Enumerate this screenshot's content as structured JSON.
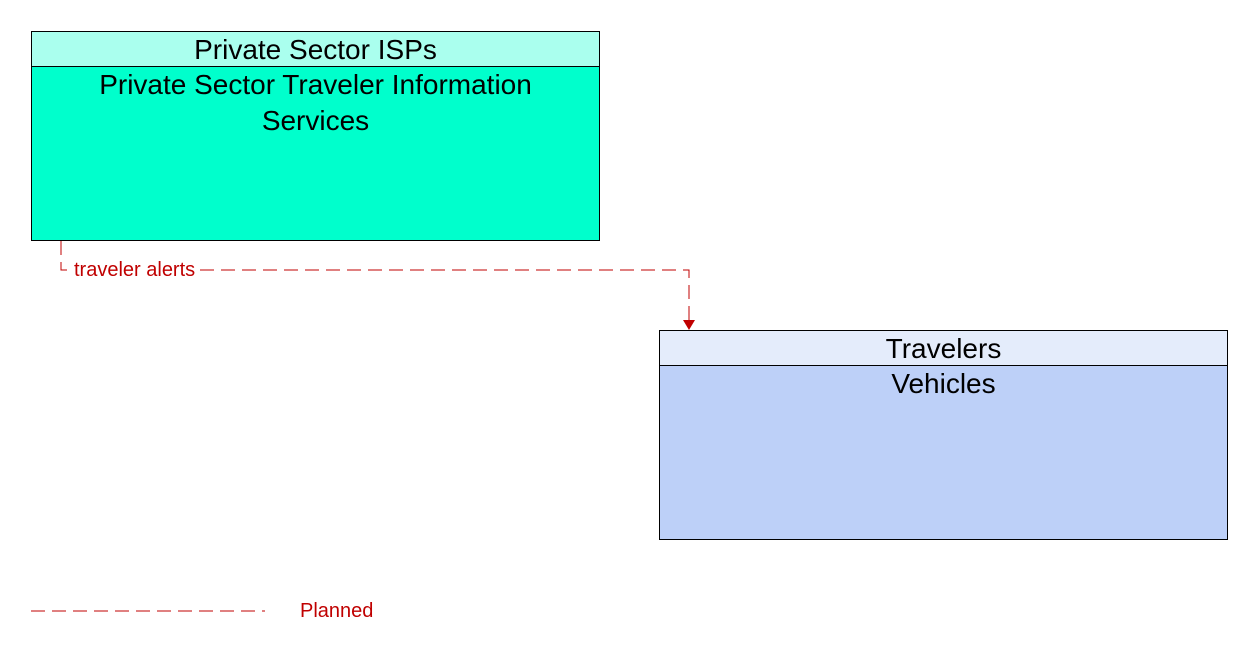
{
  "colors": {
    "isp_header": "#aaffee",
    "isp_body": "#00ffcc",
    "travelers_header": "#e4ecfb",
    "travelers_body": "#bdd0f8",
    "planned_line": "#c00000"
  },
  "nodes": {
    "isp": {
      "group": "Private Sector ISPs",
      "name": "Private Sector Traveler Information Services"
    },
    "travelers": {
      "group": "Travelers",
      "name": "Vehicles"
    }
  },
  "flows": [
    {
      "label": "traveler alerts",
      "status": "Planned"
    }
  ],
  "legend": {
    "planned": "Planned"
  }
}
